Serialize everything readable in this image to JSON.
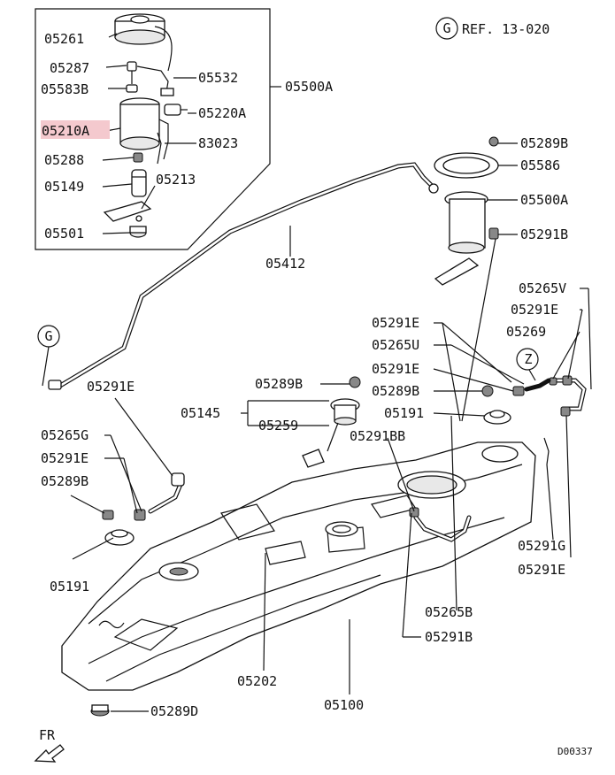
{
  "diagram": {
    "reference": {
      "circle": "G",
      "text": "REF. 13-020"
    },
    "diagram_id": "D00337",
    "front_marker": "FR",
    "zone_markers": {
      "g": "G",
      "z": "Z"
    },
    "highlight_color": "#f4c9ce",
    "labels": {
      "p05261": "05261",
      "p05287": "05287",
      "p05583B": "05583B",
      "p05210A": "05210A",
      "p05288": "05288",
      "p05149": "05149",
      "p05501": "05501",
      "p05532": "05532",
      "p05220A": "05220A",
      "p83023": "83023",
      "p05213": "05213",
      "p05500A_box": "05500A",
      "p05289B_top": "05289B",
      "p05586": "05586",
      "p05500A": "05500A",
      "p05291B_top": "05291B",
      "p05412": "05412",
      "p05265V": "05265V",
      "p05291E_r1": "05291E",
      "p05269": "05269",
      "p05291E_c1": "05291E",
      "p05265U": "05265U",
      "p05291E_c2": "05291E",
      "p05289B_c": "05289B",
      "p05191_c": "05191",
      "p05291BB": "05291BB",
      "p05289B_l": "05289B",
      "p05145": "05145",
      "p05259": "05259",
      "p05291E_l": "05291E",
      "p05265G": "05265G",
      "p05291E_l2": "05291E",
      "p05289B_l2": "05289B",
      "p05191_l": "05191",
      "p05291G": "05291G",
      "p05291E_r2": "05291E",
      "p05265B": "05265B",
      "p05291B_b": "05291B",
      "p05202": "05202",
      "p05100": "05100",
      "p05289D": "05289D"
    }
  }
}
